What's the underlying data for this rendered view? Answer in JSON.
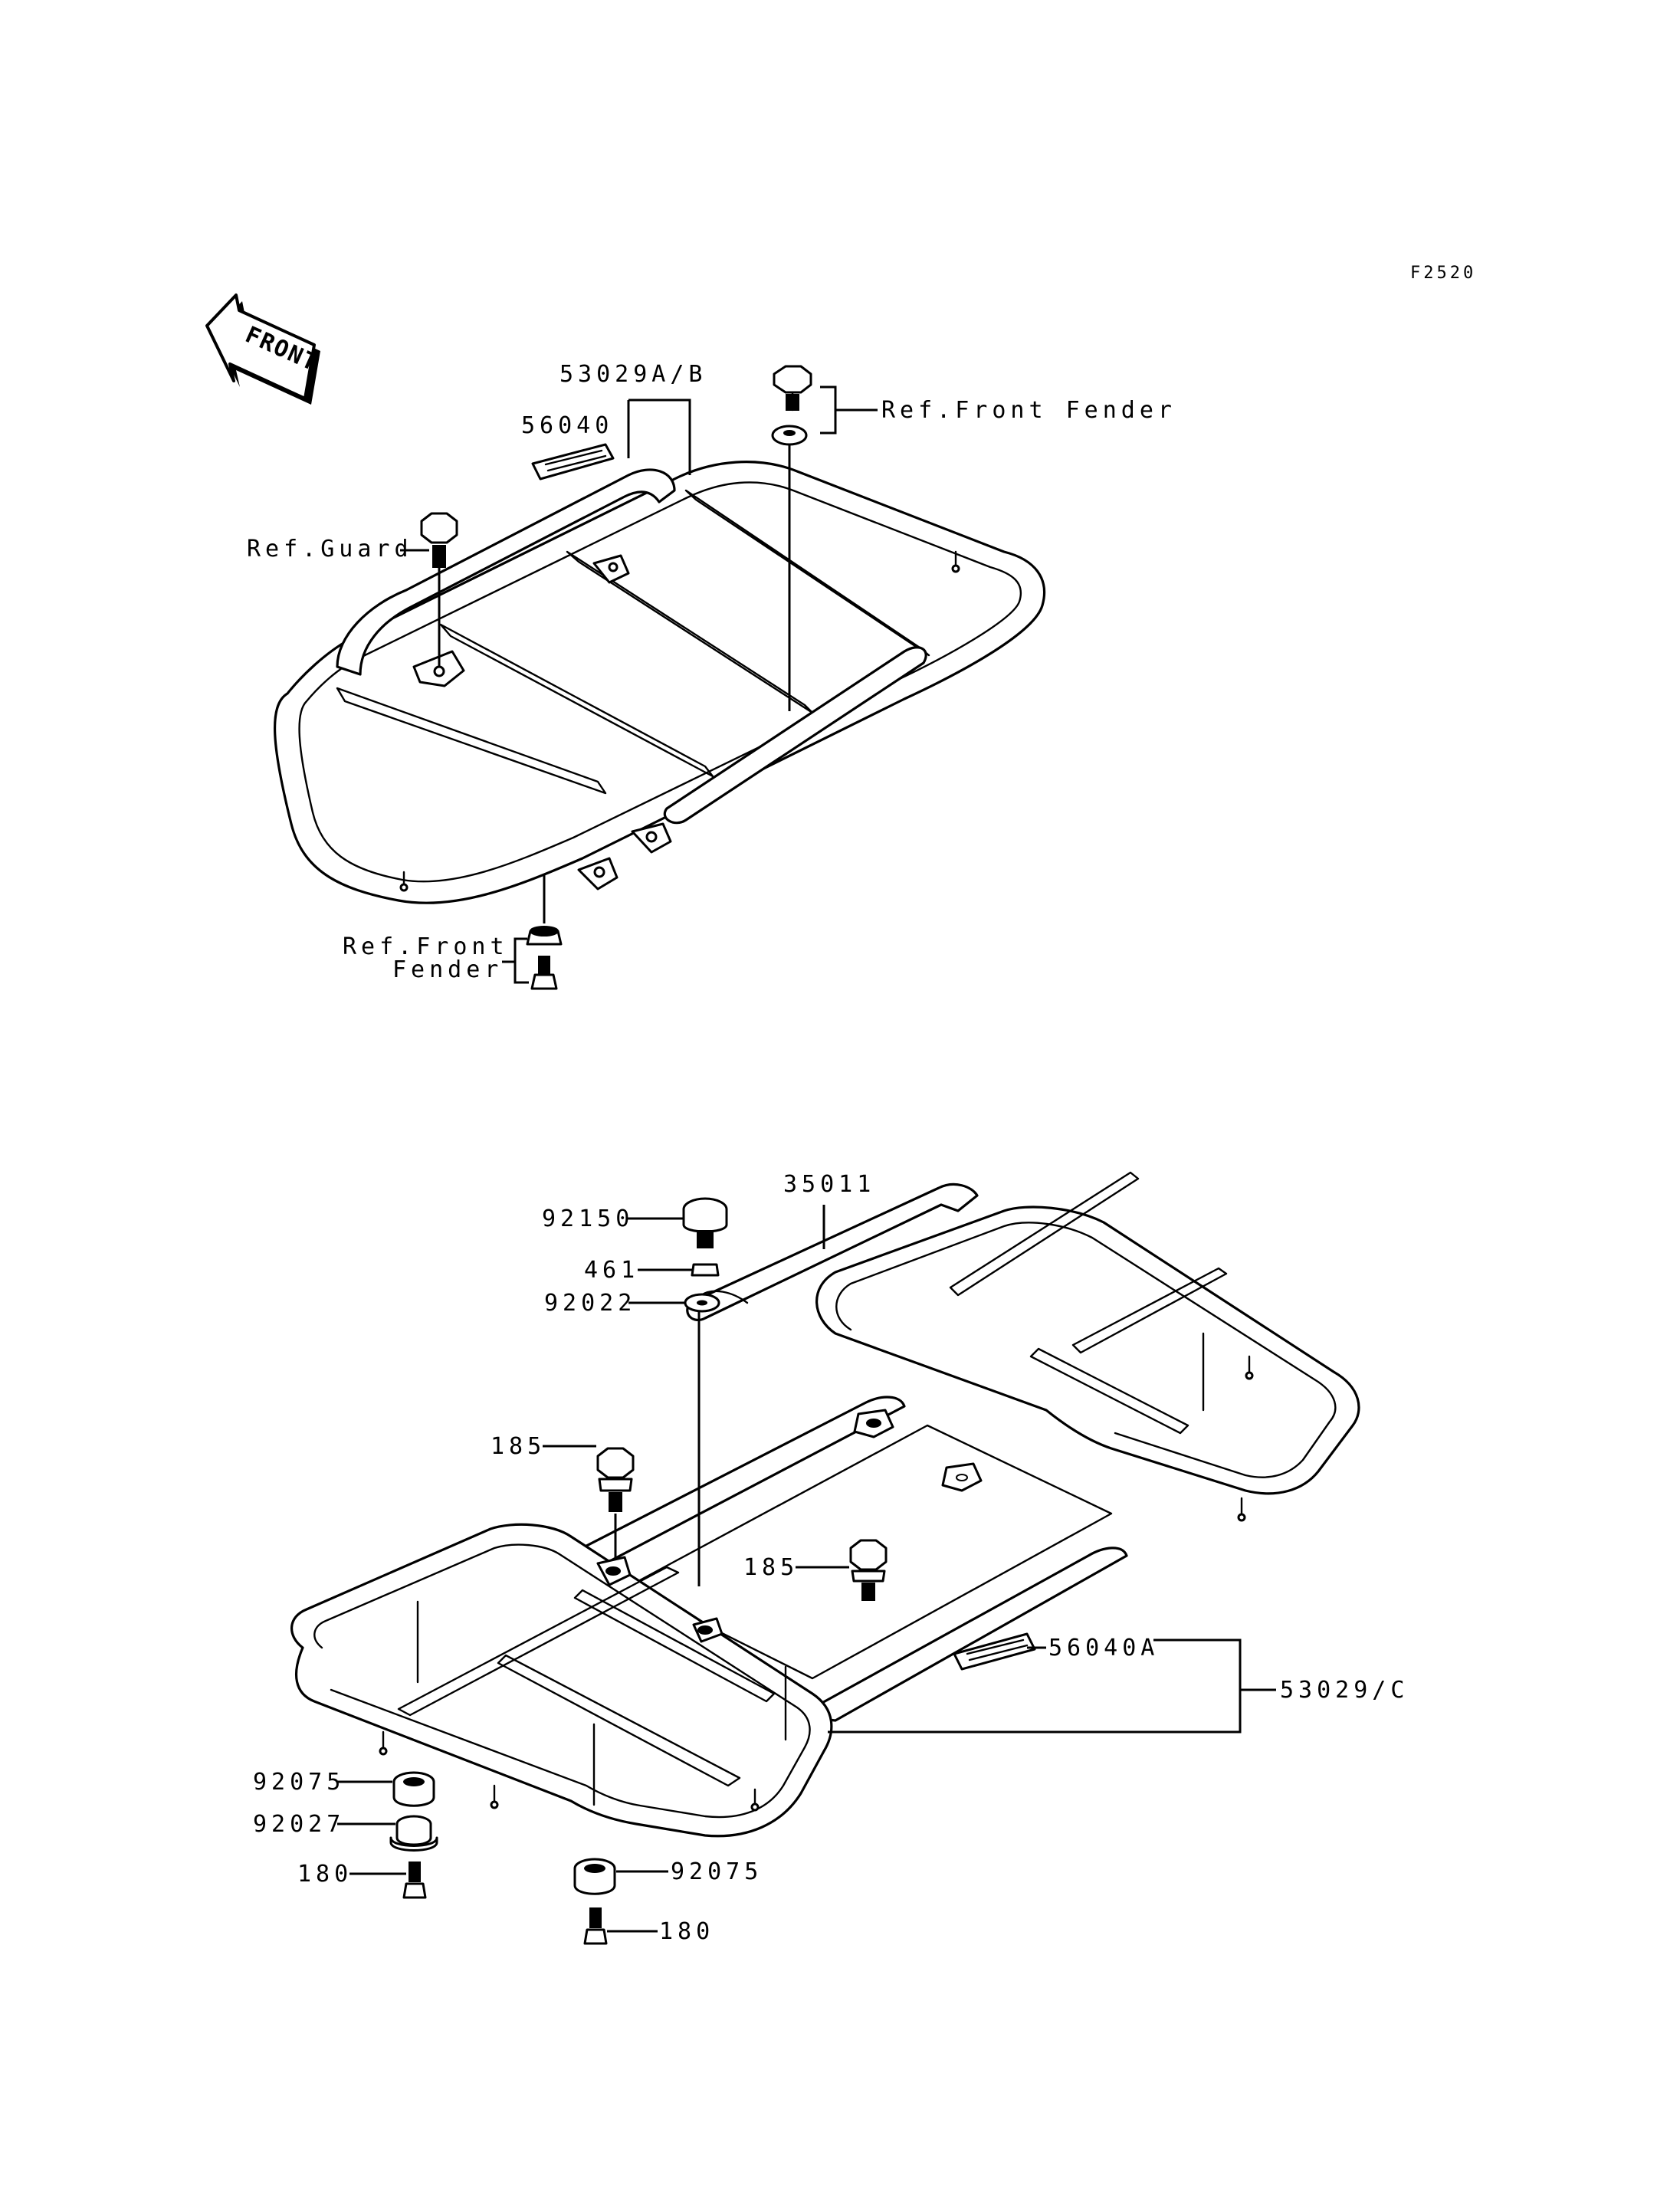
{
  "figure_code": "F2520",
  "front_arrow_label": "FRONT",
  "upper_carrier": {
    "callouts": {
      "part_53029ab": "53029A/B",
      "part_56040": "56040",
      "ref_front_fender_top": "Ref.Front Fender",
      "ref_guard": "Ref.Guard",
      "ref_front_fender_bottom_line1": "Ref.Front",
      "ref_front_fender_bottom_line2": "Fender"
    }
  },
  "lower_carrier": {
    "callouts": {
      "part_92150": "92150",
      "part_35011": "35011",
      "part_461": "461",
      "part_92022": "92022",
      "part_185_left": "185",
      "part_185_right": "185",
      "part_56040a": "56040A",
      "part_53029c": "53029/C",
      "part_92075_left": "92075",
      "part_92027": "92027",
      "part_180_left": "180",
      "part_92075_bottom": "92075",
      "part_180_bottom": "180"
    }
  }
}
